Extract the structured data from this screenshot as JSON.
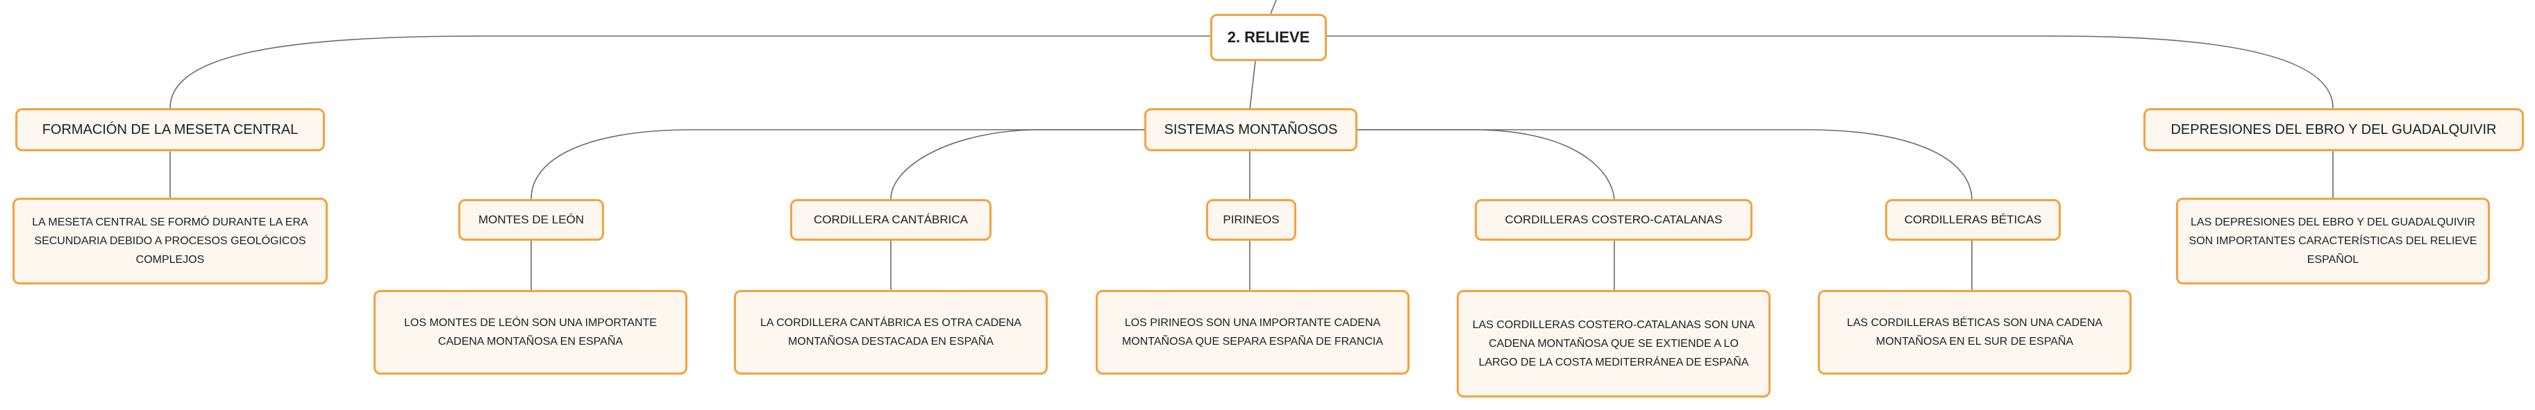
{
  "colors": {
    "accent": "#f5a23c",
    "fill": "#fdf7f0",
    "line": "#6b6b6b"
  },
  "root": {
    "label": "2. RELIEVE"
  },
  "meseta": {
    "label": "FORMACIÓN DE LA MESETA CENTRAL",
    "detail": "LA MESETA CENTRAL SE FORMÓ DURANTE LA ERA SECUNDARIA DEBIDO A PROCESOS GEOLÓGICOS COMPLEJOS"
  },
  "sistemas": {
    "label": "SISTEMAS MONTAÑOSOS",
    "items": [
      {
        "label": "MONTES DE LEÓN",
        "detail": "LOS MONTES DE LEÓN SON UNA IMPORTANTE CADENA MONTAÑOSA EN ESPAÑA"
      },
      {
        "label": "CORDILLERA CANTÁBRICA",
        "detail": "LA CORDILLERA CANTÁBRICA ES OTRA CADENA MONTAÑOSA DESTACADA EN ESPAÑA"
      },
      {
        "label": "PIRINEOS",
        "detail": "LOS PIRINEOS SON UNA IMPORTANTE CADENA MONTAÑOSA QUE SEPARA ESPAÑA DE FRANCIA"
      },
      {
        "label": "CORDILLERAS COSTERO-CATALANAS",
        "detail": "LAS CORDILLERAS COSTERO-CATALANAS SON UNA CADENA MONTAÑOSA QUE SE EXTIENDE A LO LARGO DE LA COSTA MEDITERRÁNEA DE ESPAÑA"
      },
      {
        "label": "CORDILLERAS BÉTICAS",
        "detail": "LAS CORDILLERAS BÉTICAS SON UNA CADENA MONTAÑOSA EN EL SUR DE ESPAÑA"
      }
    ]
  },
  "depresiones": {
    "label": "DEPRESIONES DEL EBRO Y DEL GUADALQUIVIR",
    "detail": "LAS DEPRESIONES DEL EBRO Y DEL GUADALQUIVIR SON IMPORTANTES CARACTERÍSTICAS DEL RELIEVE ESPAÑOL"
  }
}
